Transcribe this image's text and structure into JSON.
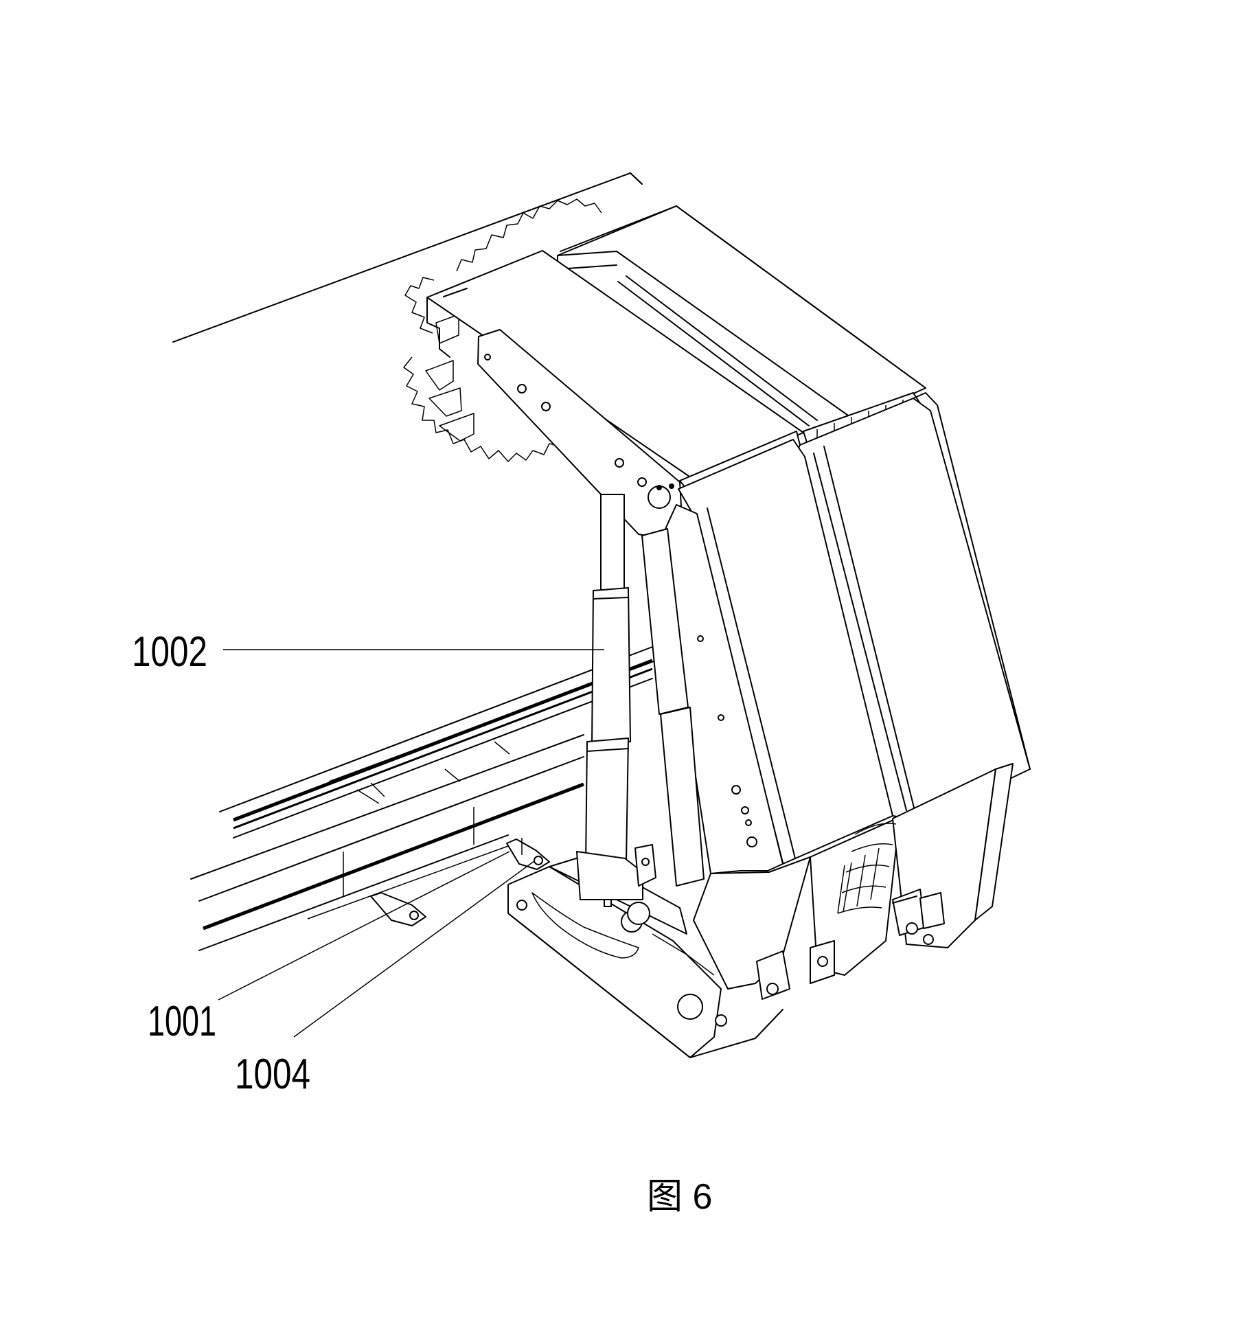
{
  "figure": {
    "caption": "图 6",
    "labels": {
      "part_1002": "1002",
      "part_1001": "1001",
      "part_1004": "1004"
    }
  }
}
